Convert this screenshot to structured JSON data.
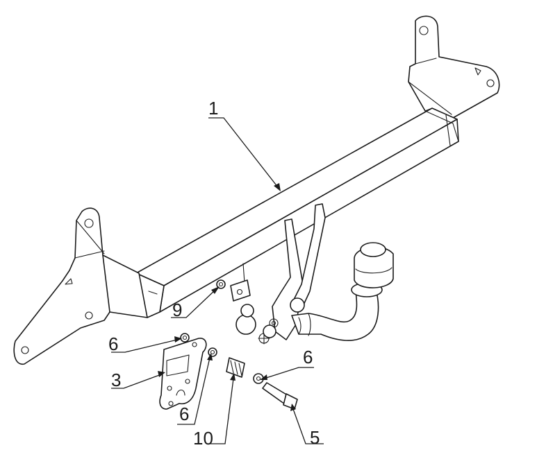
{
  "diagram": {
    "callouts": [
      {
        "id": "c1",
        "text": "1"
      },
      {
        "id": "c9",
        "text": "9"
      },
      {
        "id": "c6a",
        "text": "6"
      },
      {
        "id": "c3",
        "text": "3"
      },
      {
        "id": "c6b",
        "text": "6"
      },
      {
        "id": "c6c",
        "text": "6"
      },
      {
        "id": "c10",
        "text": "10"
      },
      {
        "id": "c5",
        "text": "5"
      }
    ]
  }
}
